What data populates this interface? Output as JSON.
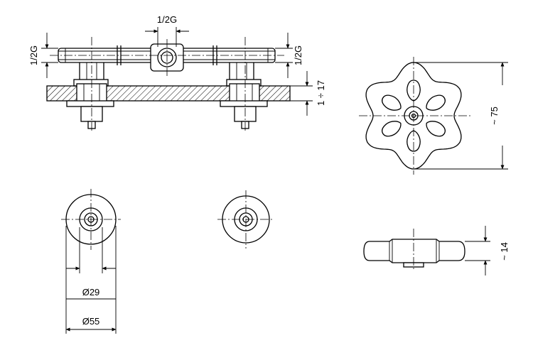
{
  "labels": {
    "top_inlet": "1/2G",
    "left_inlet": "1/2G",
    "right_inlet": "1/2G",
    "plate_thickness": "1 ÷ 17",
    "handle_diameter": "~ 75",
    "handle_height": "~ 14",
    "inner_diameter": "Ø29",
    "outer_diameter": "Ø55"
  }
}
